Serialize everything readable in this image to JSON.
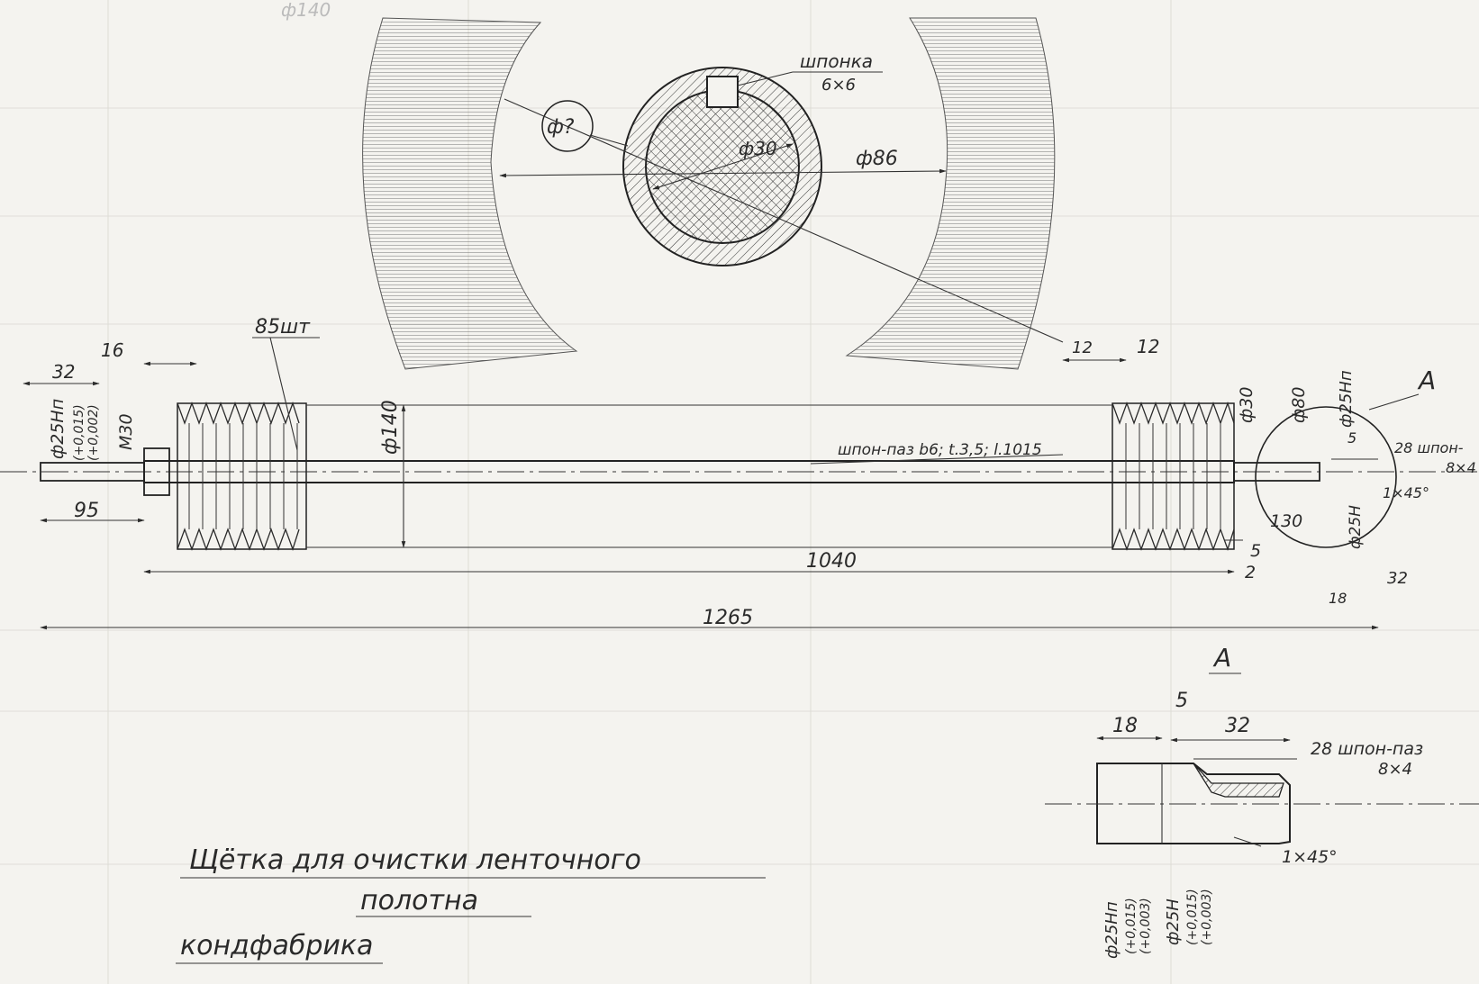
{
  "colors": {
    "paper": "#f4f3ef",
    "ink": "#2a2a2a",
    "grid": "#d9d7d0"
  },
  "top_section": {
    "phi140_faint": "ф140",
    "key_label": "шпонка",
    "key_size": "6×6",
    "unknown_diameter": "ф?",
    "phi30": "ф30",
    "phi86": "ф86",
    "dim_12": "12"
  },
  "main_view": {
    "count_85": "85шт",
    "dim_16": "16",
    "dim_32_left": "32",
    "phi25hn_left": "ф25Hп",
    "tol_left_a": "(+0,015)",
    "tol_left_b": "(+0,002)",
    "m30": "M30",
    "phi140": "ф140",
    "keyway_note": "шпон-паз b6; t.3,5; l.1015",
    "dim_12_right": "12",
    "phi30_right": "ф30",
    "phi80": "ф80",
    "phi25hn_right": "ф25Hп",
    "dim_95": "95",
    "dim_1040": "1040",
    "dim_1265": "1265",
    "dim_130": "130",
    "dim_5": "5",
    "dim_2": "2",
    "section_mark": "A",
    "dim_5_circle": "5",
    "dim_28_circle": "28 шпон-",
    "dim_8x4_circle": "8×4",
    "chamfer_circle": "1×45°",
    "phi25h_circle": "ф25H",
    "dim_32_circle": "32",
    "dim_18_circle": "18"
  },
  "detail_A": {
    "title": "A",
    "dim_5": "5",
    "dim_18": "18",
    "dim_32": "32",
    "dim_28": "28 шпон-паз",
    "dim_8x4": "8×4",
    "chamfer": "1×45°",
    "phi25hn": "ф25Hп",
    "tol_hn_a": "(+0,015)",
    "tol_hn_b": "(+0,003)",
    "phi25h": "ф25H",
    "tol_h_a": "(+0,015)",
    "tol_h_b": "(+0,003)"
  },
  "title_block": {
    "line1": "Щётка для очистки ленточного",
    "line2": "полотна",
    "line3": "кондфабрика"
  }
}
